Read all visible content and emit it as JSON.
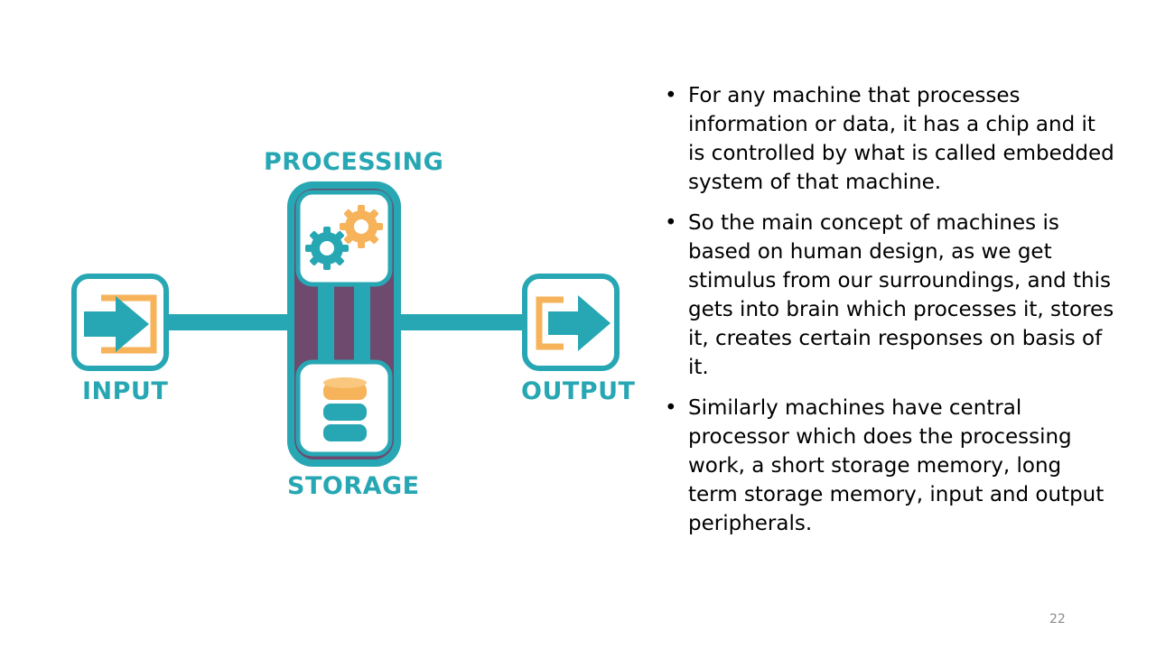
{
  "diagram": {
    "labels": {
      "processing": "PROCESSING",
      "input": "INPUT",
      "output": "OUTPUT",
      "storage": "STORAGE"
    },
    "icons": {
      "input": "arrow-into-bracket-icon",
      "output": "arrow-out-of-bracket-icon",
      "processing": "gears-icon",
      "storage": "database-icon"
    },
    "colors": {
      "teal": "#27a7b3",
      "orange": "#f6b35a",
      "purple": "#6d4a6e"
    }
  },
  "bullets": [
    "For any machine that processes information or data, it has a chip and it is controlled  by what is called embedded system of that machine.",
    "So the main concept of machines is based on human design,  as we get stimulus from our surroundings, and this gets into brain which processes it, stores it, creates certain responses on basis of it.",
    "Similarly machines have central processor which does the processing work, a short storage memory, long term storage memory, input and output peripherals."
  ],
  "bullet_symbol": "•",
  "slide_number": "22"
}
